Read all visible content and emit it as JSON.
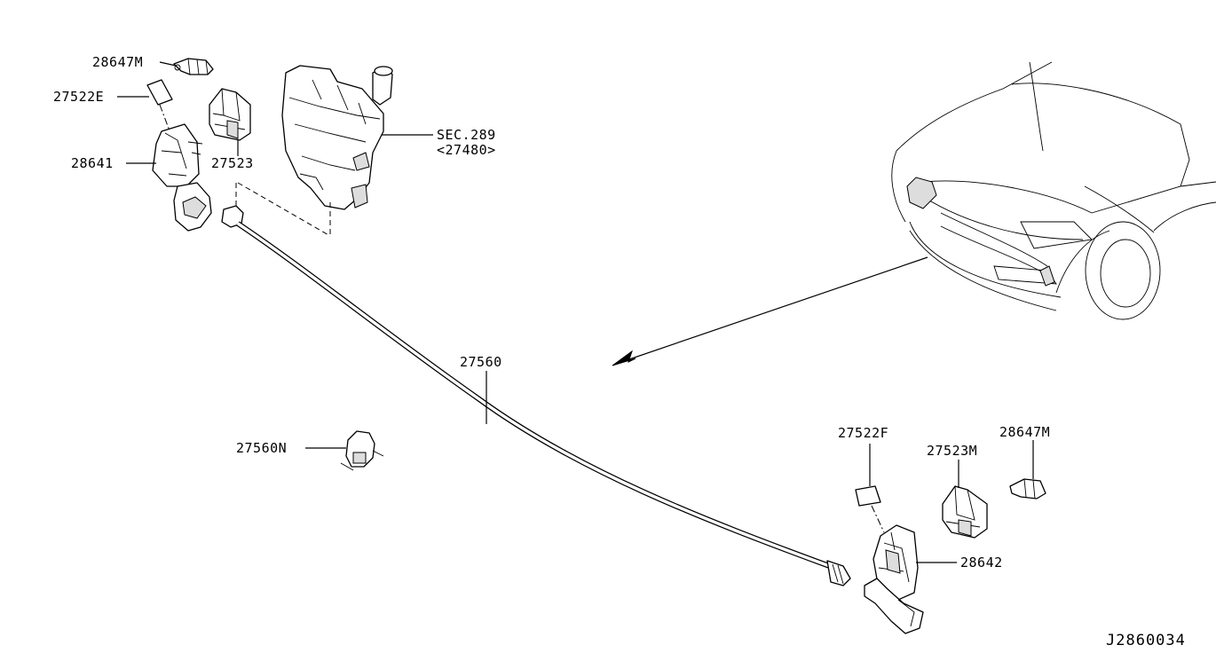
{
  "labels": {
    "p28647M_top": "28647M",
    "p27522E": "27522E",
    "p28641": "28641",
    "p27523": "27523",
    "sec289_a": "SEC.289",
    "sec289_b": "<27480>",
    "p27560": "27560",
    "p27560N": "27560N",
    "p27522F": "27522F",
    "p27523M": "27523M",
    "p28647M_bottom": "28647M",
    "p28642": "28642",
    "diagram_id": "J2860034"
  }
}
